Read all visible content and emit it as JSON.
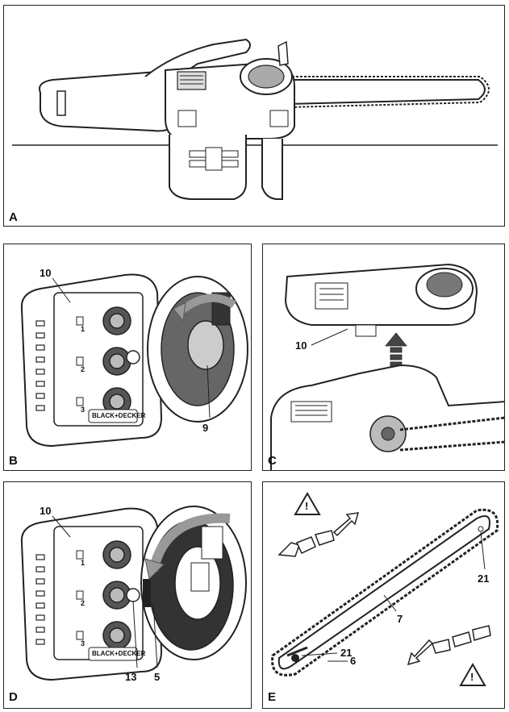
{
  "panels": {
    "A": {
      "label": "A"
    },
    "B": {
      "label": "B",
      "callouts": {
        "c10": "10",
        "c9": "9"
      }
    },
    "C": {
      "label": "C",
      "callouts": {
        "c10": "10"
      }
    },
    "D": {
      "label": "D",
      "callouts": {
        "c10": "10",
        "c13": "13",
        "c5": "5"
      }
    },
    "E": {
      "label": "E",
      "callouts": {
        "c21a": "21",
        "c7": "7",
        "c21b": "21",
        "c6": "6"
      }
    }
  },
  "brand": "BLACK+DECKER",
  "step_numbers": [
    "1",
    "2",
    "3"
  ],
  "warning_symbol": "!"
}
